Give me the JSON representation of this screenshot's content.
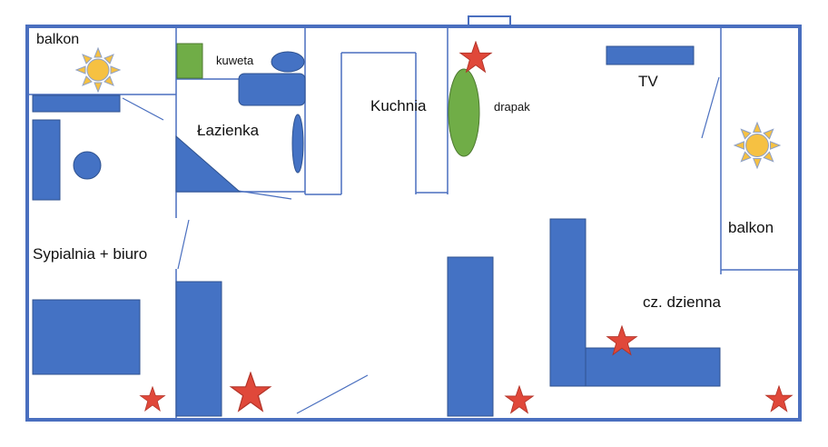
{
  "labels": {
    "balcony_left": "balkon",
    "bathroom": "Łazienka",
    "litter_box": "kuweta",
    "kitchen": "Kuchnia",
    "scratcher": "drapak",
    "tv": "TV",
    "balcony_right": "balkon",
    "bedroom_office": "Sypialnia + biuro",
    "living_room": "cz. dzienna"
  },
  "colors": {
    "wall": "#4a6fbf",
    "furniture": "#4472c4",
    "furniture_stroke": "#2f528f",
    "green": "#70ad47",
    "star": "#e0483a",
    "sun": "#f6c142",
    "sun_ray": "#8fa1c6"
  },
  "icons": {
    "star": "star-icon",
    "sun": "sun-icon"
  }
}
